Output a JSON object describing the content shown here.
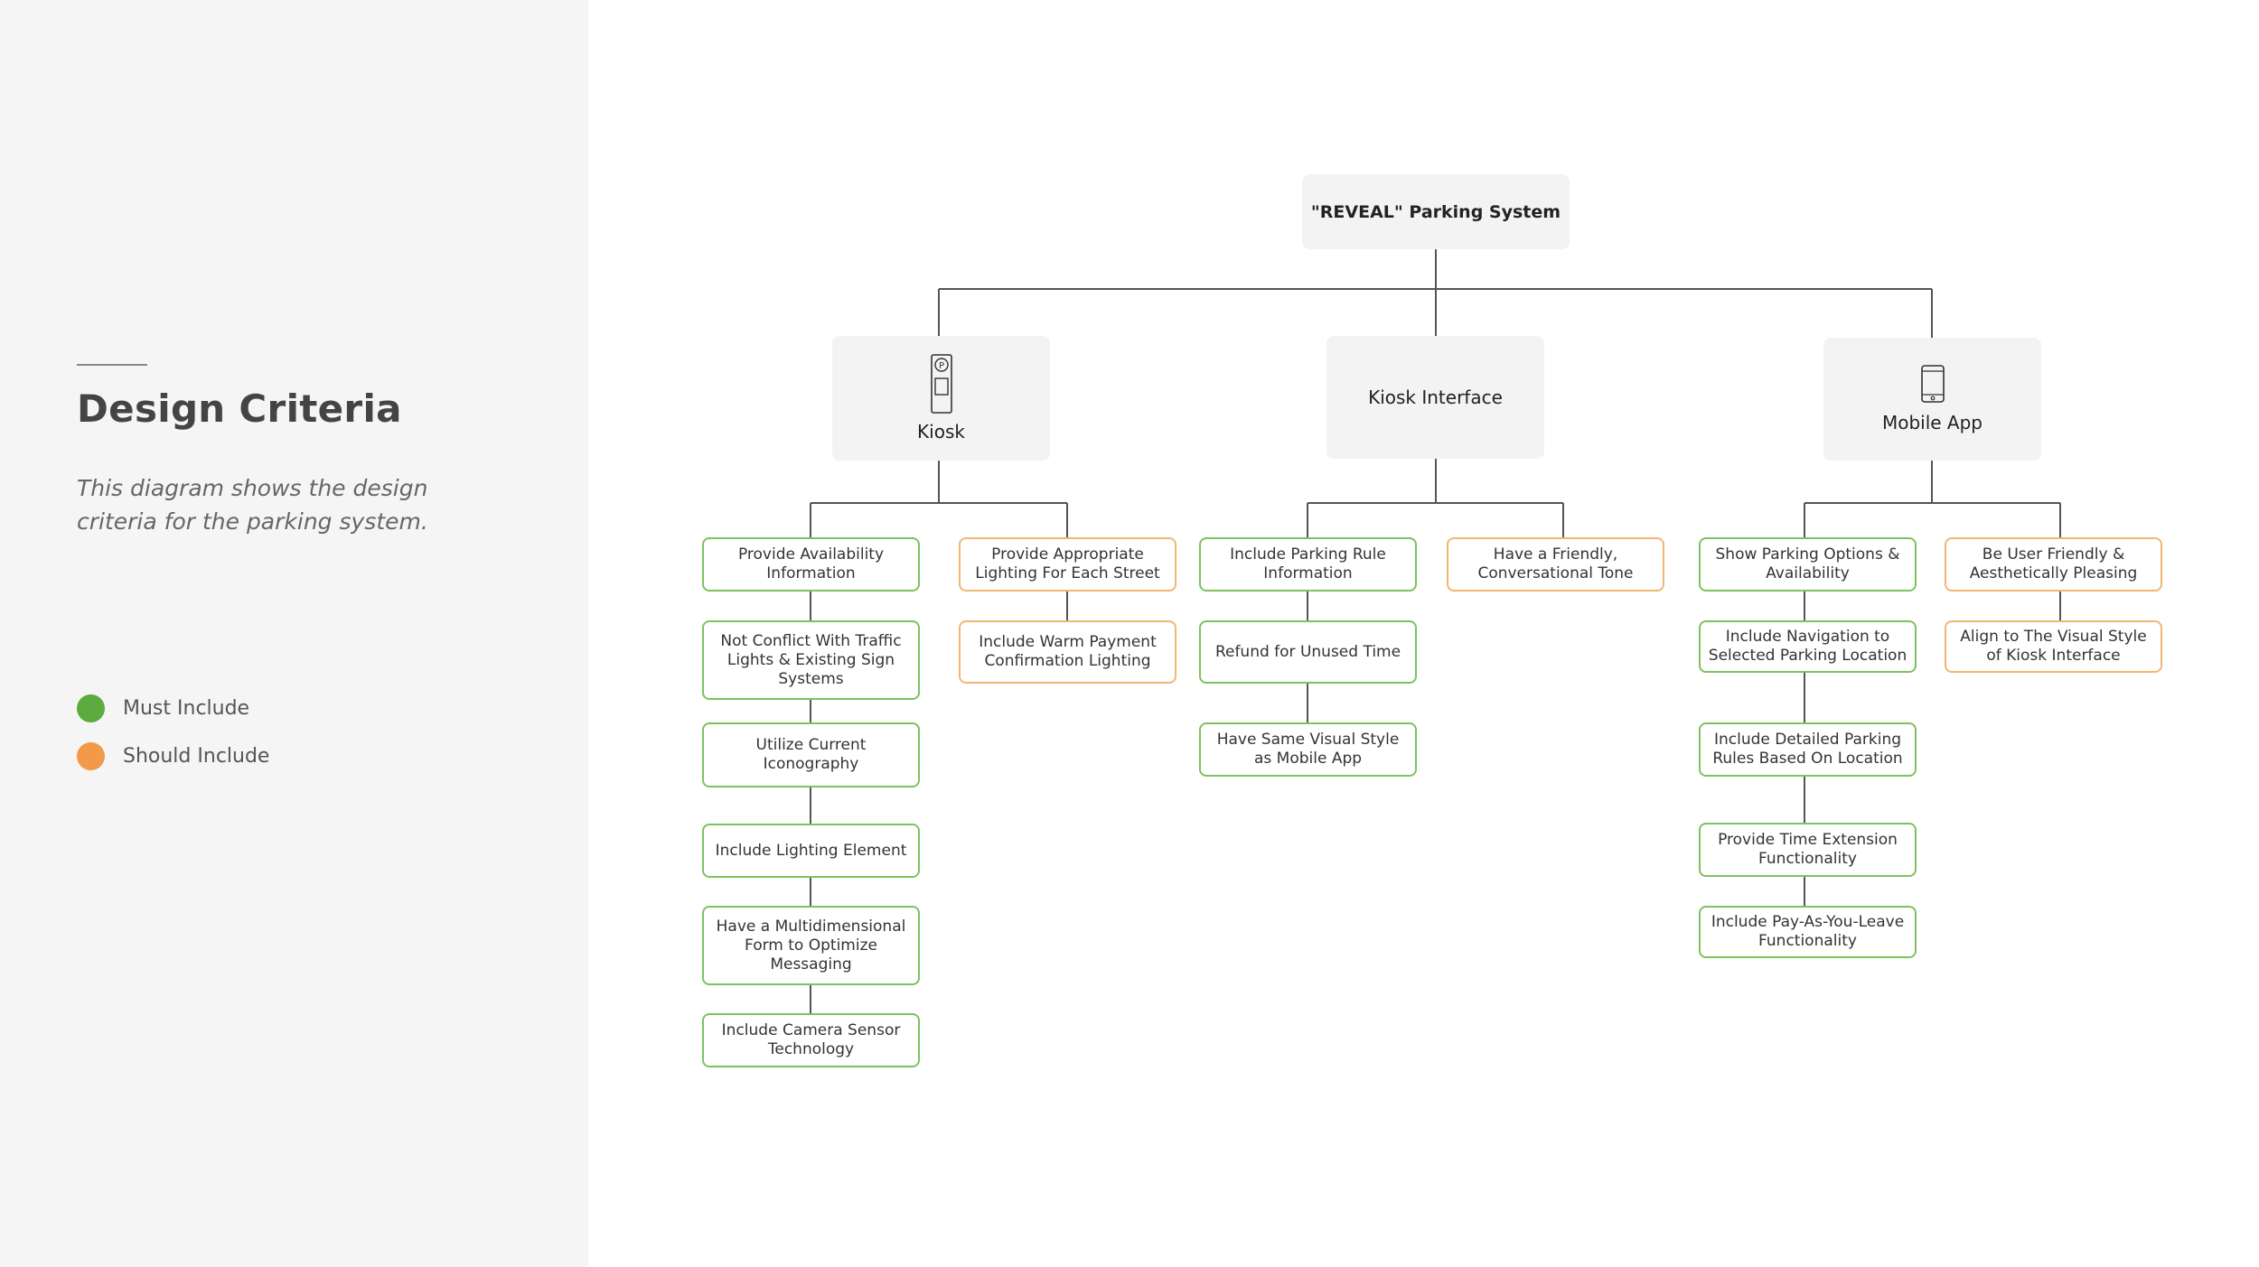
{
  "sidebar": {
    "title": "Design Criteria",
    "subtitle": "This diagram shows the design criteria for the parking system.",
    "legend": [
      {
        "label": "Must Include",
        "color": "#5daa3e"
      },
      {
        "label": "Should Include",
        "color": "#f3994a"
      }
    ]
  },
  "diagram": {
    "root": "\"REVEAL\" Parking System",
    "categories": [
      {
        "label": "Kiosk",
        "icon": "parking-kiosk-icon"
      },
      {
        "label": "Kiosk Interface"
      },
      {
        "label": "Mobile App",
        "icon": "smartphone-icon"
      }
    ],
    "kiosk_must": [
      "Provide Availability Information",
      "Not Conflict With Traffic Lights & Existing Sign Systems",
      "Utilize Current Iconography",
      "Include Lighting Element",
      "Have a Multidimensional Form to Optimize Messaging",
      "Include Camera Sensor Technology"
    ],
    "kiosk_should": [
      "Provide Appropriate Lighting For Each Street",
      "Include Warm Payment Confirmation Lighting"
    ],
    "interface_must": [
      "Include Parking Rule Information",
      "Refund for Unused Time",
      "Have Same Visual Style as Mobile App"
    ],
    "interface_should": [
      "Have a Friendly, Conversational Tone"
    ],
    "app_must": [
      "Show Parking Options & Availability",
      "Include Navigation to Selected Parking Location",
      "Include Detailed Parking Rules Based On Location",
      "Provide Time Extension Functionality",
      "Include Pay-As-You-Leave Functionality"
    ],
    "app_should": [
      "Be User Friendly & Aesthetically Pleasing",
      "Align to The Visual Style of Kiosk Interface"
    ]
  }
}
